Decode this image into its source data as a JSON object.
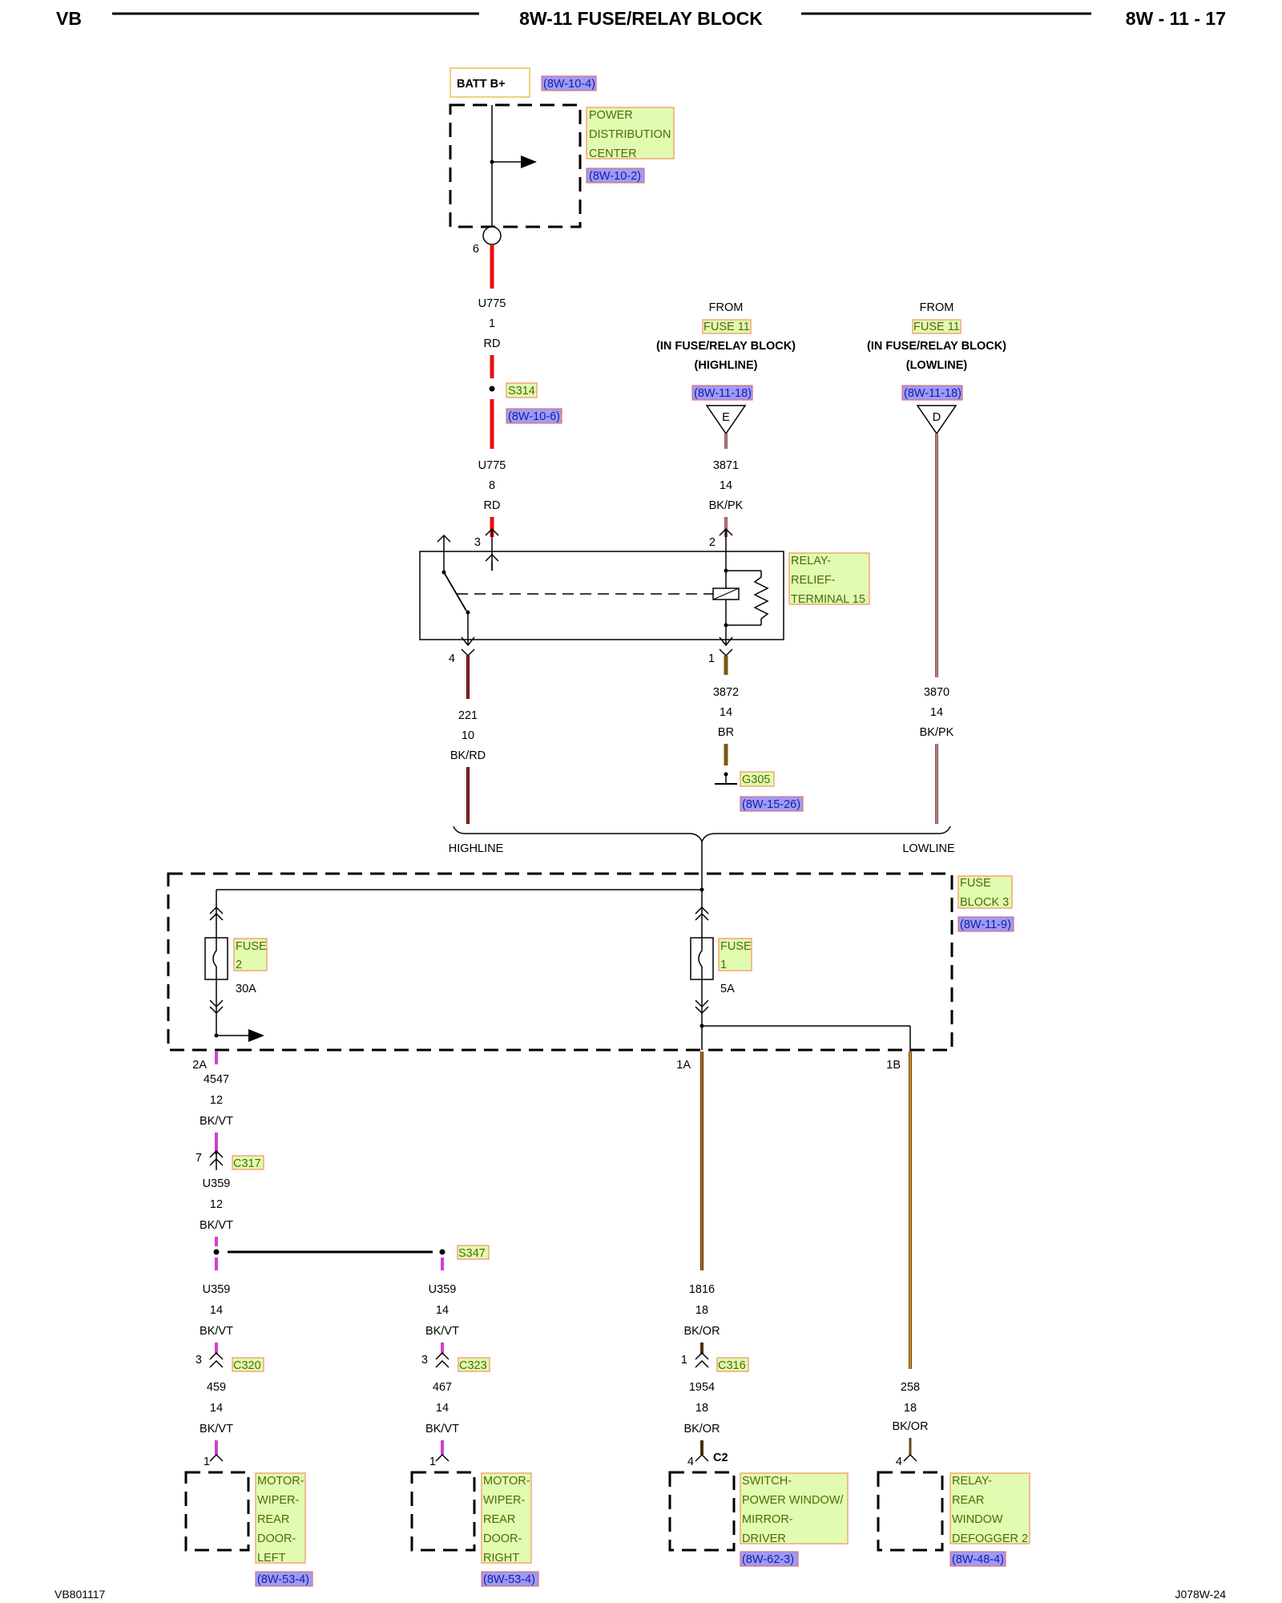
{
  "header": {
    "left": "VB",
    "title": "8W-11 FUSE/RELAY BLOCK",
    "right": "8W - 11 - 17"
  },
  "footer": {
    "left": "VB801117",
    "right": "J078W-24"
  },
  "batt": {
    "label": "BATT B+",
    "ref": "(8W-10-4)"
  },
  "pdc": {
    "line1": "POWER",
    "line2": "DISTRIBUTION",
    "line3": "CENTER",
    "ref": "(8W-10-2)",
    "pin": "6"
  },
  "u775a": {
    "circuit": "U775",
    "gauge": "1",
    "color": "RD"
  },
  "s314": {
    "label": "S314",
    "ref": "(8W-10-6)"
  },
  "u775b": {
    "circuit": "U775",
    "gauge": "8",
    "color": "RD"
  },
  "from_hi": {
    "l1": "FROM",
    "fuse": "FUSE 11",
    "l3": "(IN FUSE/RELAY BLOCK)",
    "l4": "(HIGHLINE)",
    "ref": "(8W-11-18)",
    "letter": "E"
  },
  "from_lo": {
    "l1": "FROM",
    "fuse": "FUSE 11",
    "l3": "(IN FUSE/RELAY BLOCK)",
    "l4": "(LOWLINE)",
    "ref": "(8W-11-18)",
    "letter": "D"
  },
  "w3871": {
    "circuit": "3871",
    "gauge": "14",
    "color": "BK/PK"
  },
  "relay": {
    "l1": "RELAY-",
    "l2": "RELIEF-",
    "l3": "TERMINAL 15",
    "pin3": "3",
    "pin2": "2",
    "pin4": "4",
    "pin1": "1"
  },
  "w221": {
    "circuit": "221",
    "gauge": "10",
    "color": "BK/RD"
  },
  "w3872": {
    "circuit": "3872",
    "gauge": "14",
    "color": "BR"
  },
  "w3870": {
    "circuit": "3870",
    "gauge": "14",
    "color": "BK/PK"
  },
  "g305": {
    "label": "G305",
    "ref": "(8W-15-26)"
  },
  "junction": {
    "highline": "HIGHLINE",
    "lowline": "LOWLINE"
  },
  "fuseblock": {
    "l1": "FUSE",
    "l2": "BLOCK 3",
    "ref": "(8W-11-9)"
  },
  "fuse2": {
    "l1": "FUSE",
    "l2": "2",
    "rating": "30A"
  },
  "fuse1": {
    "l1": "FUSE",
    "l2": "1",
    "rating": "5A"
  },
  "pins": {
    "p2a": "2A",
    "p1a": "1A",
    "p1b": "1B"
  },
  "w4547": {
    "circuit": "4547",
    "gauge": "12",
    "color": "BK/VT"
  },
  "c317": {
    "label": "C317",
    "pin": "7"
  },
  "u359a": {
    "circuit": "U359",
    "gauge": "12",
    "color": "BK/VT"
  },
  "s347": {
    "label": "S347"
  },
  "u359b": {
    "circuit": "U359",
    "gauge": "14",
    "color": "BK/VT"
  },
  "u359c": {
    "circuit": "U359",
    "gauge": "14",
    "color": "BK/VT"
  },
  "w1816": {
    "circuit": "1816",
    "gauge": "18",
    "color": "BK/OR"
  },
  "c320": {
    "label": "C320",
    "pin": "3"
  },
  "c323": {
    "label": "C323",
    "pin": "3"
  },
  "c316": {
    "label": "C316",
    "pin": "1"
  },
  "w459": {
    "circuit": "459",
    "gauge": "14",
    "color": "BK/VT"
  },
  "w467": {
    "circuit": "467",
    "gauge": "14",
    "color": "BK/VT"
  },
  "w1954": {
    "circuit": "1954",
    "gauge": "18",
    "color": "BK/OR"
  },
  "w258": {
    "circuit": "258",
    "gauge": "18",
    "color": "BK/OR"
  },
  "comp1": {
    "l1": "MOTOR-",
    "l2": "WIPER-",
    "l3": "REAR",
    "l4": "DOOR-",
    "l5": "LEFT",
    "ref": "(8W-53-4)",
    "pin": "1"
  },
  "comp2": {
    "l1": "MOTOR-",
    "l2": "WIPER-",
    "l3": "REAR",
    "l4": "DOOR-",
    "l5": "RIGHT",
    "ref": "(8W-53-4)",
    "pin": "1"
  },
  "comp3": {
    "l1": "SWITCH-",
    "l2": "POWER WINDOW/",
    "l3": "MIRROR-",
    "l4": "DRIVER",
    "ref": "(8W-62-3)",
    "pin": "4",
    "conn": "C2"
  },
  "comp4": {
    "l1": "RELAY-",
    "l2": "REAR",
    "l3": "WINDOW",
    "l4": "DEFOGGER 2",
    "ref": "(8W-48-4)",
    "pin": "4"
  },
  "colors": {
    "red": "#e81010",
    "bkrd": "#8a2a2a",
    "bkpk": "#c98080",
    "brown": "#7a5a10",
    "bkvt": "#d040d0",
    "bkor": "#e08020"
  }
}
